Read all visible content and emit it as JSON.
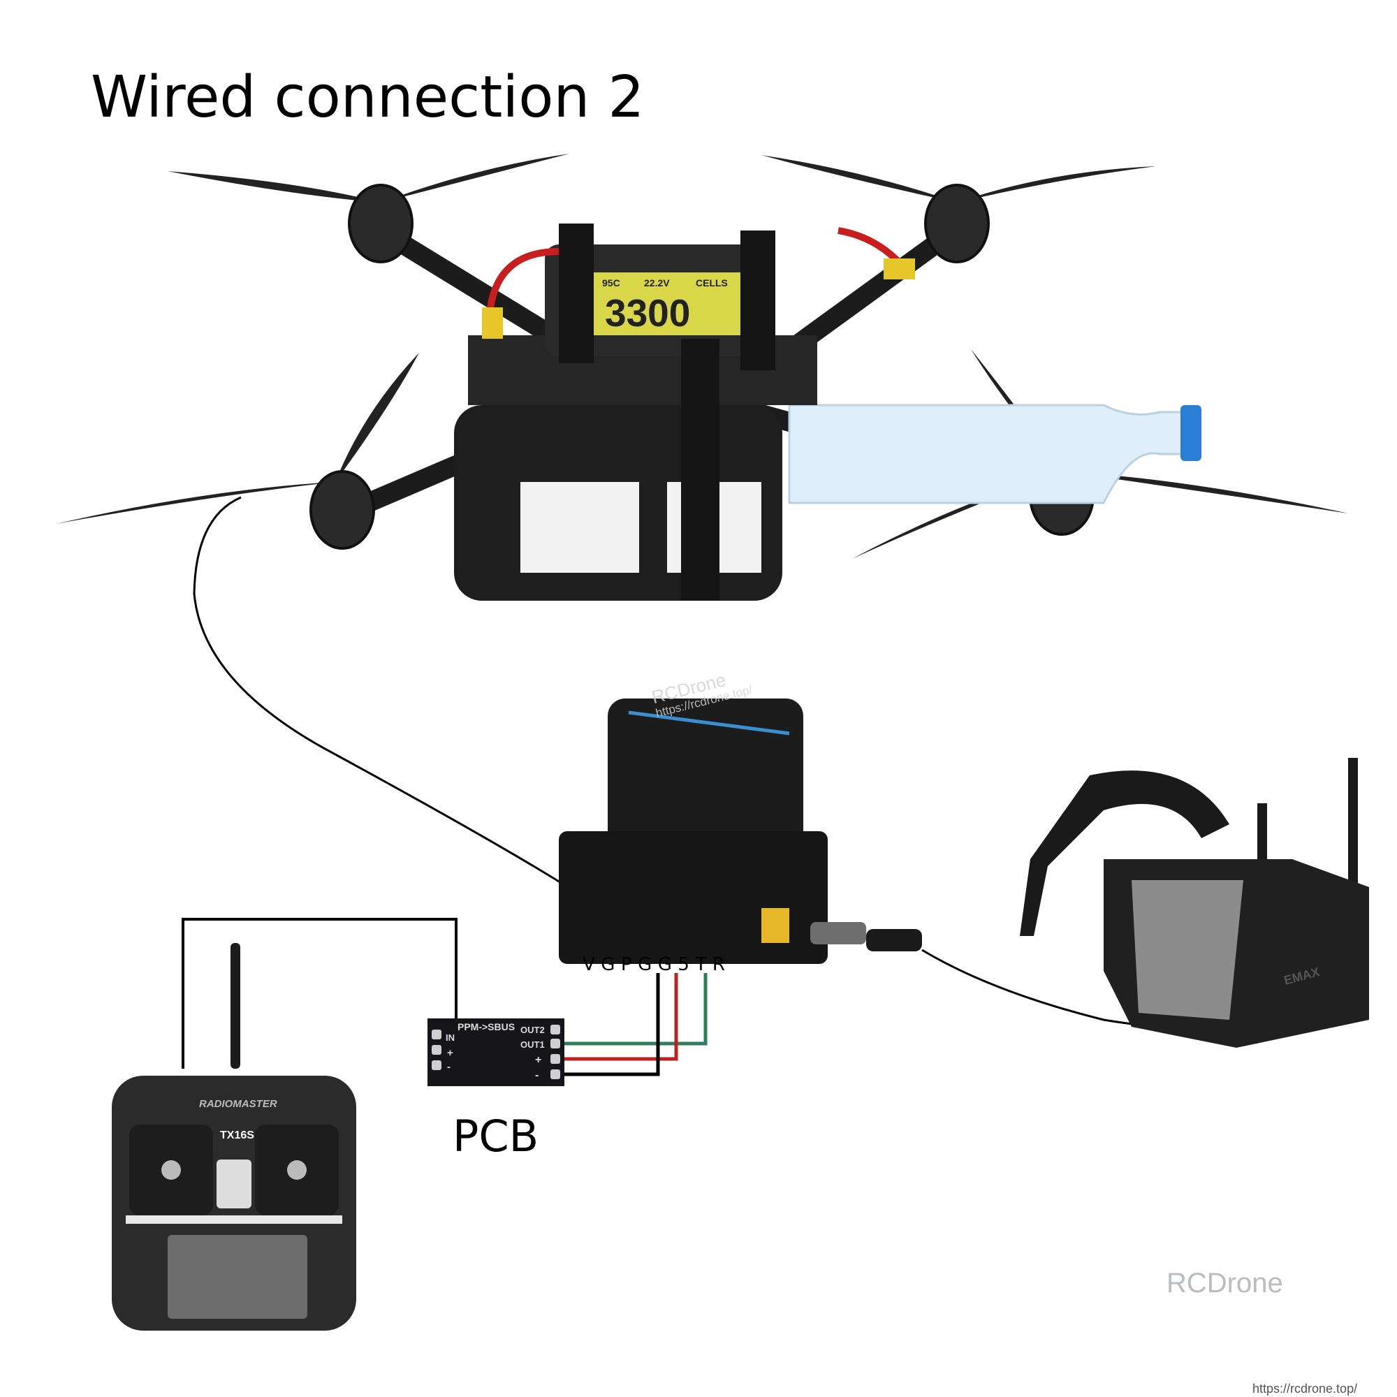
{
  "title": "Wired connection 2",
  "pin_labels": "VGPGG5TR",
  "pcb": {
    "caption": "PCB",
    "board_title": "PPM->SBUS",
    "in_pins": [
      "IN",
      "+",
      "-"
    ],
    "out_pins": [
      "OUT2",
      "OUT1",
      "+",
      "-"
    ]
  },
  "transmitter": {
    "brand": "RADIOMASTER",
    "model": "TX16S"
  },
  "goggles": {
    "brand": "EMAX"
  },
  "battery": {
    "capacity": "3300",
    "voltage": "22.2V",
    "rate": "95C",
    "cells": "CELLS"
  },
  "watermark": {
    "brand": "RCDrone",
    "url": "https://rcdrone.top/"
  },
  "wire_colors": {
    "signal": "#2e7d5b",
    "power": "#c0201e",
    "ground": "#000000"
  }
}
